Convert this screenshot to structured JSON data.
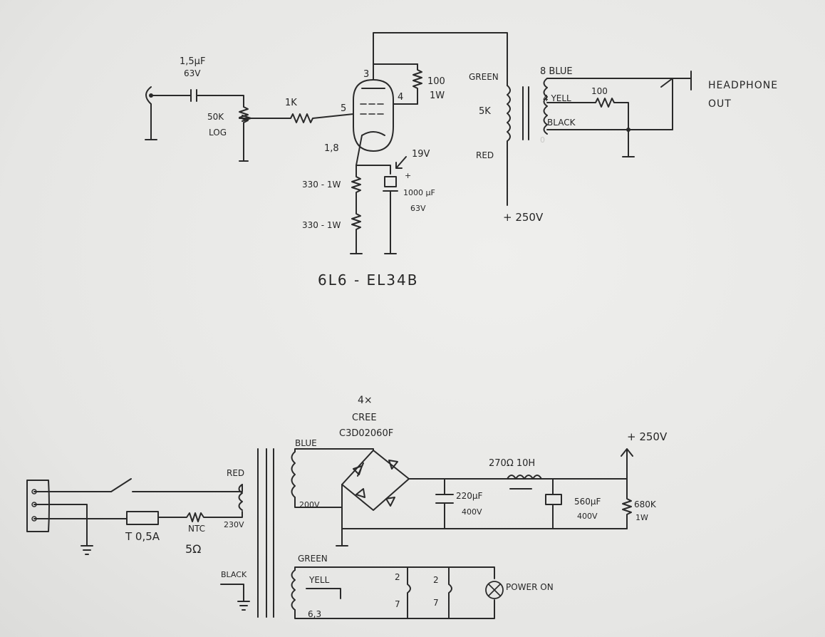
{
  "amp": {
    "tube": "6L6 - EL34B",
    "input_cap": [
      "1,5µF",
      "63V"
    ],
    "volume_pot": [
      "50K",
      "LOG"
    ],
    "grid_resistor": "1K",
    "pins": {
      "plate": "3",
      "screen": "4",
      "grid": "5",
      "cathode": "1,8"
    },
    "screen_resistor": [
      "100",
      "1W"
    ],
    "cathode_voltage": "19V",
    "cathode_r1": "330 - 1W",
    "cathode_r2": "330 - 1W",
    "cathode_cap": [
      "1000 µF",
      "63V"
    ],
    "cap_plus": "+",
    "ot_primary": {
      "top": "GREEN",
      "impedance": "5K",
      "bottom": "RED"
    },
    "ot_secondary": {
      "tap8": "8 BLUE",
      "tap4": "4 YELL",
      "tap0": "BLACK",
      "zero": "0",
      "resistor": "100"
    },
    "b_plus": "+ 250V",
    "output": [
      "HEADPHONE",
      "OUT"
    ]
  },
  "psu": {
    "diodes": [
      "4×",
      "CREE",
      "C3D02060F"
    ],
    "sec_hv": {
      "color": "BLUE",
      "voltage": "200V"
    },
    "primary": {
      "color": "RED",
      "voltage": "230V"
    },
    "fuse": "T 0,5A",
    "ntc": [
      "NTC",
      "5Ω"
    ],
    "choke": "270Ω  10H",
    "cap1": [
      "220µF",
      "400V"
    ],
    "cap2": [
      "560µF",
      "400V"
    ],
    "bleeder": [
      "680K",
      "1W"
    ],
    "b_plus": "+ 250V",
    "heater": {
      "top": "GREEN",
      "mid": "YELL",
      "voltage": "6,3"
    },
    "ground_label": "BLACK",
    "heater_pins": {
      "a": "2",
      "b": "7",
      "c": "2",
      "d": "7"
    },
    "power_lamp": "POWER ON"
  }
}
